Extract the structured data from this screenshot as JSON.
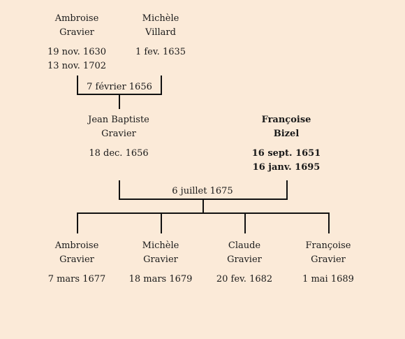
{
  "parents": {
    "husband": {
      "first": "Ambroise",
      "last": "Gravier",
      "birth": "19 nov. 1630",
      "death": "13 nov. 1702"
    },
    "wife": {
      "first": "Michèle",
      "last": "Villard",
      "birth": "1 fev. 1635",
      "death": ""
    },
    "marriage": "7 février 1656"
  },
  "focus": {
    "husband": {
      "first": "Jean Baptiste",
      "last": "Gravier",
      "birth": "18 dec. 1656",
      "death": ""
    },
    "wife": {
      "first": "Françoise",
      "last": "Bizel",
      "birth": "16 sept. 1651",
      "death": "16 janv. 1695"
    },
    "marriage": "6 juillet 1675"
  },
  "children": [
    {
      "first": "Ambroise",
      "last": "Gravier",
      "birth": "7 mars 1677"
    },
    {
      "first": "Michèle",
      "last": "Gravier",
      "birth": "18 mars 1679"
    },
    {
      "first": "Claude",
      "last": "Gravier",
      "birth": "20 fev. 1682"
    },
    {
      "first": "Françoise",
      "last": "Gravier",
      "birth": "1 mai 1689"
    }
  ]
}
